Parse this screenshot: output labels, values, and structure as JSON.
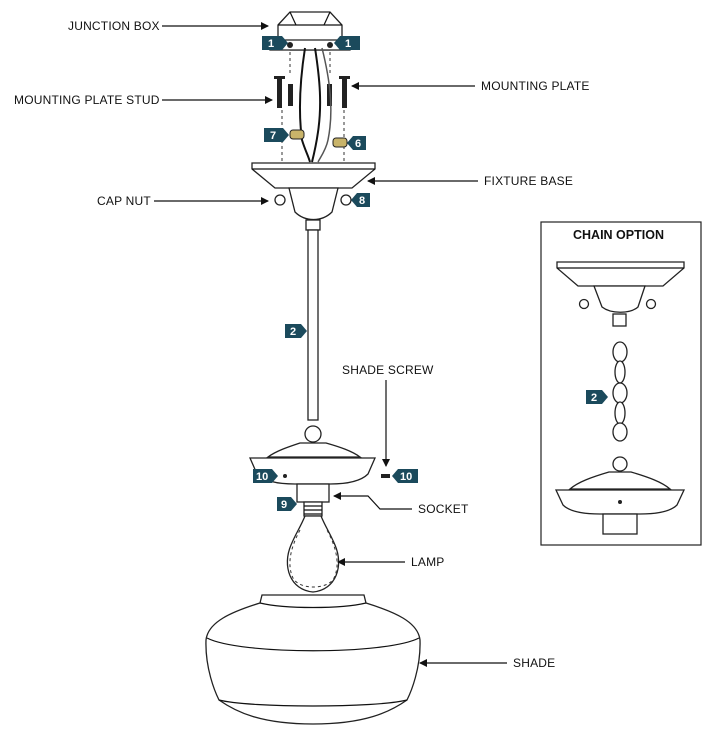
{
  "labels": {
    "junction_box": "JUNCTION BOX",
    "mounting_plate_stud": "MOUNTING PLATE STUD",
    "mounting_plate": "MOUNTING PLATE",
    "fixture_base": "FIXTURE BASE",
    "cap_nut": "CAP NUT",
    "shade_screw": "SHADE SCREW",
    "socket": "SOCKET",
    "lamp": "LAMP",
    "shade": "SHADE"
  },
  "chain_option": {
    "title": "CHAIN OPTION",
    "step": "2"
  },
  "steps": {
    "junction_left": "1",
    "junction_right": "1",
    "wire_left": "7",
    "wire_right": "6",
    "cap_nut": "8",
    "rod": "2",
    "socket": "9",
    "shade_left": "10",
    "shade_right": "10"
  },
  "colors": {
    "tag": "#1b4a5c",
    "line": "#111111"
  }
}
